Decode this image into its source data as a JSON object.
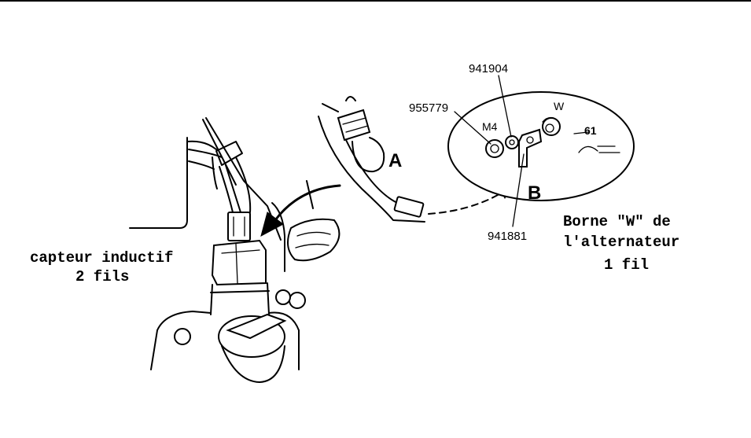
{
  "labels": {
    "part_955779": "955779",
    "part_941904": "941904",
    "part_941881": "941881",
    "nut_size": "M4",
    "terminal_w": "W",
    "terminal_61": "61",
    "letter_a": "A",
    "letter_b": "B"
  },
  "captions": {
    "sensor_line1": "capteur inductif",
    "sensor_line2": "2 fils",
    "alternator_line1": "Borne \"W\" de",
    "alternator_line2": "l'alternateur",
    "alternator_line3": "1 fil"
  }
}
